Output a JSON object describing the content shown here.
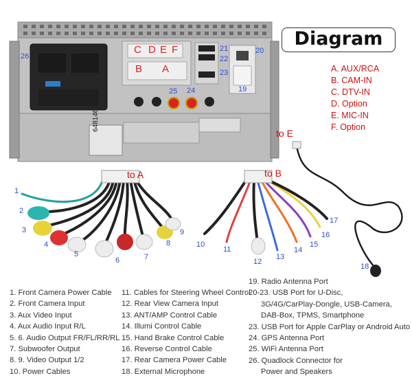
{
  "title": "Diagram",
  "legend": [
    "A. AUX/RCA",
    "B. CAM-IN",
    "C. DTV-IN",
    "D. Option",
    "E. MIC-IN",
    "F. Option"
  ],
  "port_letters": {
    "c": "C",
    "d": "D",
    "e": "E",
    "f": "F",
    "b": "B",
    "a": "A"
  },
  "port_numbers": {
    "n20": "20",
    "n21": "21",
    "n22": "22",
    "n23": "23",
    "n19": "19",
    "n24": "24",
    "n25": "25",
    "n26": "26"
  },
  "connectors": {
    "to_a": "to A",
    "to_b": "to B",
    "to_e": "to E"
  },
  "serial": "648146",
  "cable_numbers_a": [
    "1",
    "2",
    "3",
    "4",
    "5",
    "6",
    "7",
    "8",
    "9"
  ],
  "cable_numbers_b": [
    "10",
    "11",
    "12",
    "13",
    "14",
    "15",
    "16",
    "17"
  ],
  "mic_number": "18",
  "list_col1": [
    "1. Front Camera Power Cable",
    "2. Front Camera Input",
    "3. Aux Video Input",
    "4. Aux Audio Input R/L",
    "5. 6. Audio Output FR/FL/RR/RL",
    "7. Subwoofer Output",
    "8. 9. Video Output 1/2",
    "10. Power Cables"
  ],
  "list_col2": [
    "11. Cables for Steering Wheel Control",
    "12. Rear View Camera Input",
    "13. ANT/AMP Control Cable",
    "14. Illumi Control Cable",
    "15. Hand Brake Control Cable",
    "16. Reverse Control Cable",
    "17. Rear Camera Power Cable",
    "18. External Microphone"
  ],
  "list_col3": [
    "19. Radio Antenna Port",
    "20-23. USB Port for U-Disc,",
    "3G/4G/CarPlay-Dongle, USB-Camera,",
    "DAB-Box, TPMS, Smartphone",
    "23. USB Port  for Apple CarPlay or  Android Auto",
    "24. GPS Antenna Port",
    "25. WiFi Antenna Port",
    "26. Quadlock Connector for",
    "Power and Speakers"
  ],
  "colors": {
    "accent_red": "#d01010",
    "label_blue": "#2b4fd0",
    "panel_gray": "#b9b9b9"
  }
}
